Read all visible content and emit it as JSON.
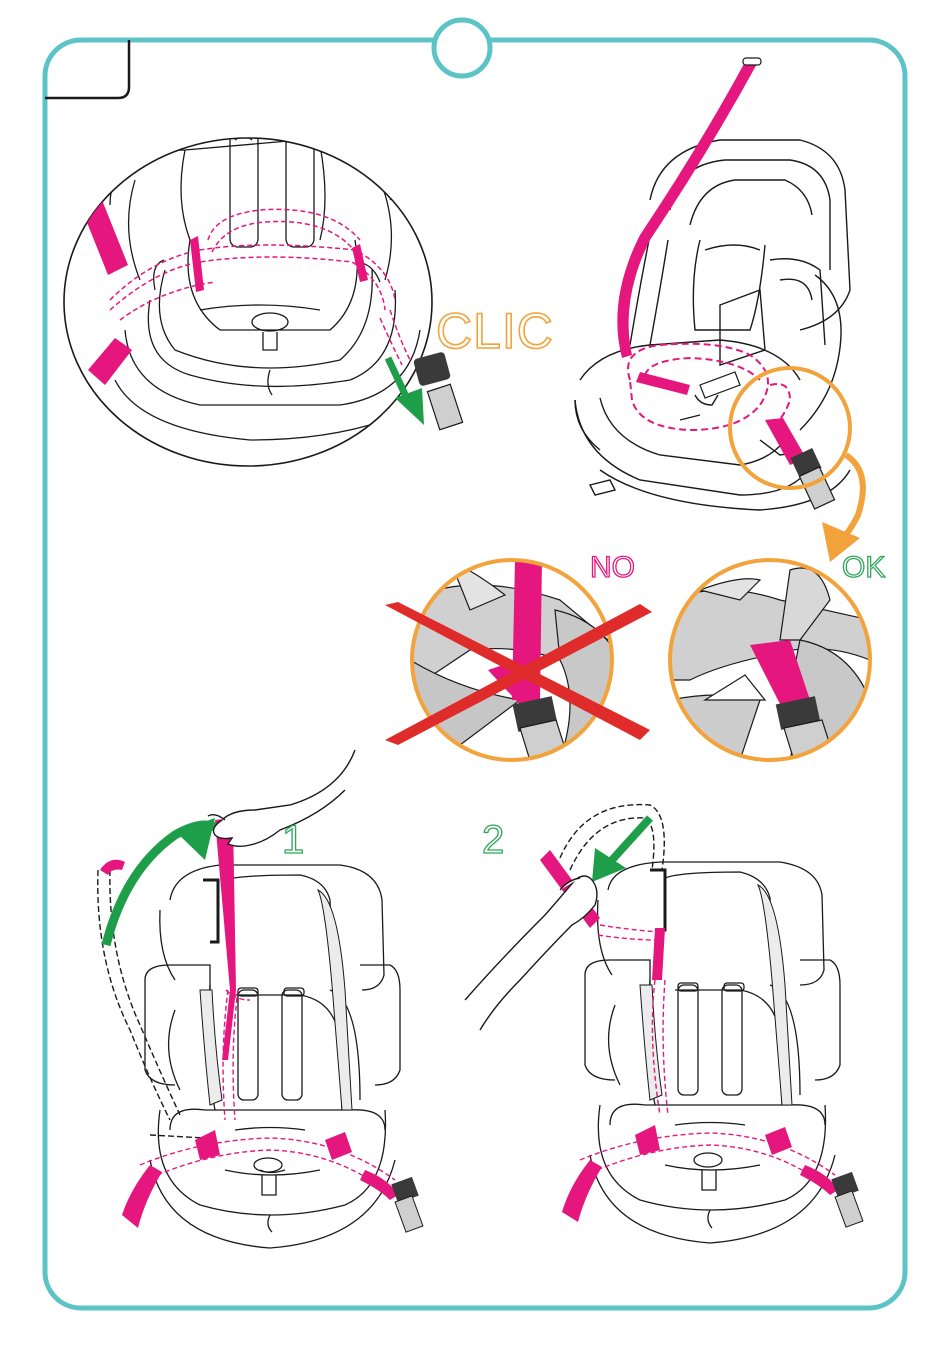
{
  "labels": {
    "clic": "CLIC",
    "no": "NO",
    "ok": "OK",
    "step_1": "1",
    "step_2": "2"
  },
  "colors": {
    "frame": "#5cc4c6",
    "belt": "#e5177e",
    "arrow_green": "#1f9e4a",
    "callout_orange": "#f2a33c",
    "cross_red": "#e02b2b",
    "label_green": "#2ea65a",
    "seat_gray": "#d0d0d0",
    "line": "#1a1a1a"
  },
  "icons": {
    "cross": "red-cross-icon",
    "down_arrow": "green-arrow-icon",
    "curved_arrow": "orange-curved-arrow-icon"
  }
}
